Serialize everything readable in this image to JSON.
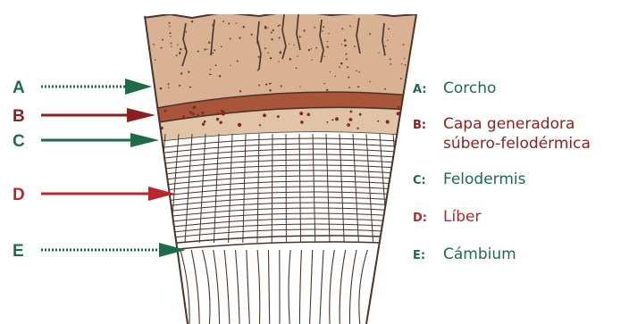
{
  "colors": {
    "green": "#1e6b4a",
    "red": "#b8262e",
    "darkred": "#8e1f1f",
    "cork": "#d8b293",
    "cork_light": "#e1c3a7",
    "phellogen_band": "#a9553a",
    "line": "#4a3328"
  },
  "arrows": [
    {
      "letter": "A",
      "color_key": "green",
      "style": "dotted"
    },
    {
      "letter": "B",
      "color_key": "darkred",
      "style": "solid"
    },
    {
      "letter": "C",
      "color_key": "green",
      "style": "solid"
    },
    {
      "letter": "D",
      "color_key": "red",
      "style": "solid"
    },
    {
      "letter": "E",
      "color_key": "green",
      "style": "dotted"
    }
  ],
  "legend": [
    {
      "letter": "A:",
      "lines": [
        "Corcho"
      ],
      "color_key": "green"
    },
    {
      "letter": "B:",
      "lines": [
        "Capa generadora",
        "súbero-felodérmica"
      ],
      "color_key": "darkred"
    },
    {
      "letter": "C:",
      "lines": [
        "Felodermis"
      ],
      "color_key": "green"
    },
    {
      "letter": "D:",
      "lines": [
        "Líber"
      ],
      "color_key": "red"
    },
    {
      "letter": "E:",
      "lines": [
        "Cámbium"
      ],
      "color_key": "green"
    }
  ]
}
